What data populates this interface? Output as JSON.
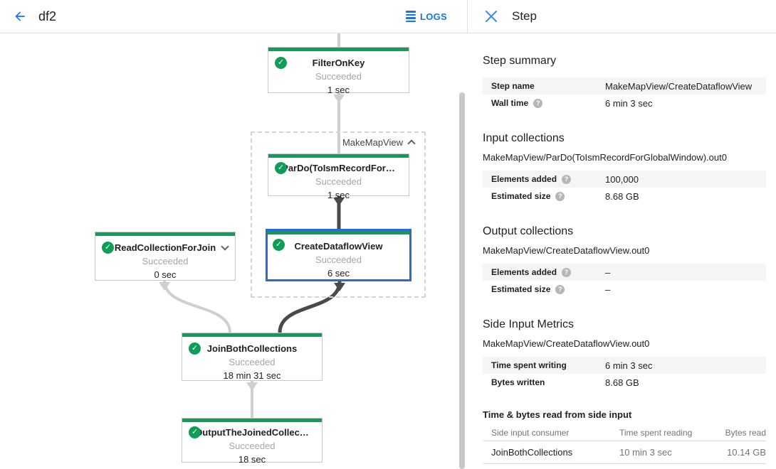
{
  "header": {
    "title": "df2",
    "logs_label": "LOGS"
  },
  "colors": {
    "accent_blue": "#1a73e8",
    "selection_blue": "#2a6bd2",
    "success_green": "#0f9d58",
    "edge_light": "#cfcfcf",
    "edge_dark": "#4a4a4a"
  },
  "panel": {
    "title": "Step",
    "step_summary": {
      "heading": "Step summary",
      "rows": [
        {
          "label": "Step name",
          "value": "MakeMapView/CreateDataflowView"
        },
        {
          "label": "Wall time",
          "value": "6 min 3 sec"
        }
      ]
    },
    "input_collections": {
      "heading": "Input collections",
      "collection": "MakeMapView/ParDo(ToIsmRecordForGlobalWindow).out0",
      "rows": [
        {
          "label": "Elements added",
          "value": "100,000"
        },
        {
          "label": "Estimated size",
          "value": "8.68 GB"
        }
      ]
    },
    "output_collections": {
      "heading": "Output collections",
      "collection": "MakeMapView/CreateDataflowView.out0",
      "rows": [
        {
          "label": "Elements added",
          "value": "–"
        },
        {
          "label": "Estimated size",
          "value": "–"
        }
      ]
    },
    "side_input_metrics": {
      "heading": "Side Input Metrics",
      "collection": "MakeMapView/CreateDataflowView.out0",
      "rows": [
        {
          "label": "Time spent writing",
          "value": "6 min 3 sec"
        },
        {
          "label": "Bytes written",
          "value": "8.68 GB"
        }
      ]
    },
    "side_input_table": {
      "heading": "Time & bytes read from side input",
      "columns": [
        "Side input consumer",
        "Time spent reading",
        "Bytes read"
      ],
      "rows": [
        {
          "consumer": "JoinBothCollections",
          "time": "10 min 3 sec",
          "bytes": "10.14 GB"
        }
      ]
    }
  },
  "graph": {
    "group_label": "MakeMapView",
    "nodes": [
      {
        "title": "FilterOnKey",
        "status": "Succeeded",
        "time": "1 sec"
      },
      {
        "title": "ParDo(ToIsmRecordFor…",
        "status": "Succeeded",
        "time": "1 sec"
      },
      {
        "title": "CreateDataflowView",
        "status": "Succeeded",
        "time": "6 sec"
      },
      {
        "title": "ReadCollectionForJoin",
        "status": "Succeeded",
        "time": "0 sec"
      },
      {
        "title": "JoinBothCollections",
        "status": "Succeeded",
        "time": "18 min 31 sec"
      },
      {
        "title": "OutputTheJoinedCollec…",
        "status": "Succeeded",
        "time": "18 sec"
      }
    ],
    "check_glyph": "✓",
    "help_glyph": "?"
  }
}
